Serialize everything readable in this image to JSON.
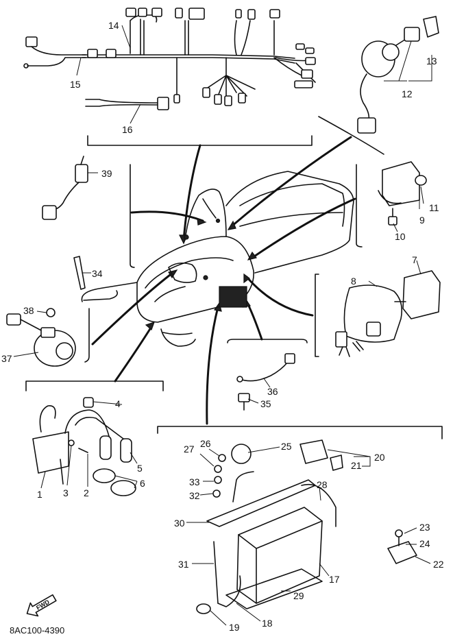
{
  "diagram": {
    "drawing_code": "8AC100-4390",
    "fwd_label": "FWD",
    "callouts": [
      {
        "id": "c1",
        "label": "1"
      },
      {
        "id": "c2",
        "label": "2"
      },
      {
        "id": "c3",
        "label": "3"
      },
      {
        "id": "c4",
        "label": "4"
      },
      {
        "id": "c5",
        "label": "5"
      },
      {
        "id": "c6",
        "label": "6"
      },
      {
        "id": "c7",
        "label": "7"
      },
      {
        "id": "c8",
        "label": "8"
      },
      {
        "id": "c9",
        "label": "9"
      },
      {
        "id": "c10",
        "label": "10"
      },
      {
        "id": "c11",
        "label": "11"
      },
      {
        "id": "c12",
        "label": "12"
      },
      {
        "id": "c13",
        "label": "13"
      },
      {
        "id": "c14",
        "label": "14"
      },
      {
        "id": "c15",
        "label": "15"
      },
      {
        "id": "c16",
        "label": "16"
      },
      {
        "id": "c17",
        "label": "17"
      },
      {
        "id": "c18",
        "label": "18"
      },
      {
        "id": "c19",
        "label": "19"
      },
      {
        "id": "c20",
        "label": "20"
      },
      {
        "id": "c21",
        "label": "21"
      },
      {
        "id": "c22",
        "label": "22"
      },
      {
        "id": "c23",
        "label": "23"
      },
      {
        "id": "c24",
        "label": "24"
      },
      {
        "id": "c25",
        "label": "25"
      },
      {
        "id": "c26",
        "label": "26"
      },
      {
        "id": "c27",
        "label": "27"
      },
      {
        "id": "c28",
        "label": "28"
      },
      {
        "id": "c29",
        "label": "29"
      },
      {
        "id": "c30",
        "label": "30"
      },
      {
        "id": "c31",
        "label": "31"
      },
      {
        "id": "c32",
        "label": "32"
      },
      {
        "id": "c33",
        "label": "33"
      },
      {
        "id": "c34",
        "label": "34"
      },
      {
        "id": "c35",
        "label": "35"
      },
      {
        "id": "c36",
        "label": "36"
      },
      {
        "id": "c37",
        "label": "37"
      },
      {
        "id": "c38",
        "label": "38"
      },
      {
        "id": "c39",
        "label": "39"
      }
    ]
  }
}
